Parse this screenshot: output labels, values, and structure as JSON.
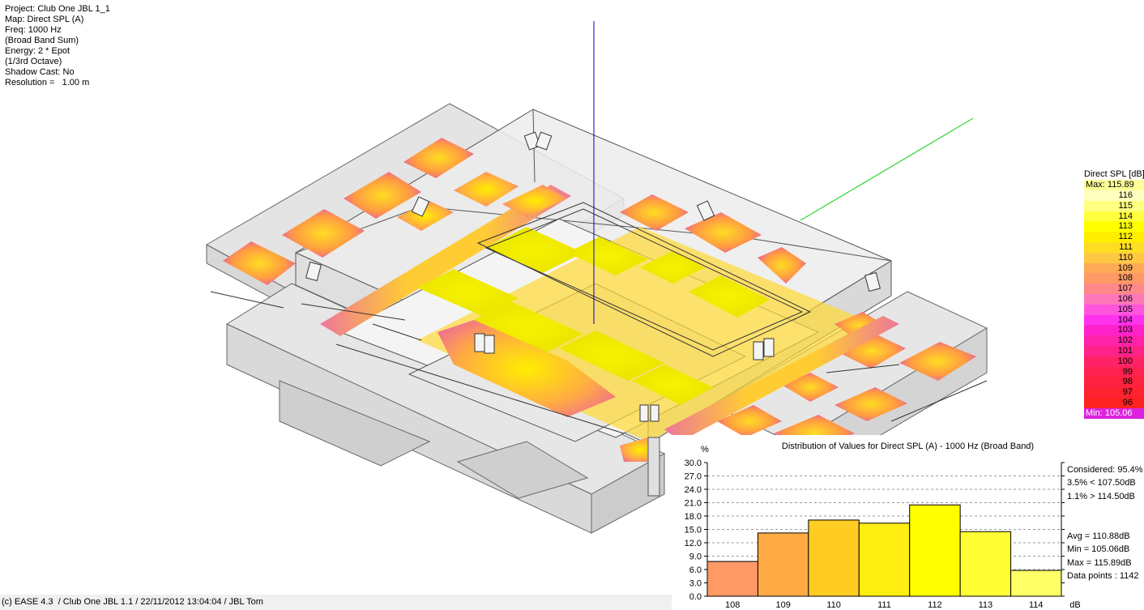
{
  "info": {
    "lines": [
      "Project: Club One JBL 1_1",
      "Map: Direct SPL (A)",
      "Freq: 1000 Hz",
      "(Broad Band Sum)",
      "Energy: 2 * Epot",
      "(1/3rd Octave)",
      "Shadow Cast: No",
      "Resolution =   1.00 m"
    ]
  },
  "legend": {
    "title": "Direct SPL [dB]",
    "max_label": "Max:  115.89",
    "min_label": "Min:  105.06",
    "max_color": "#ffff99",
    "min_color": "#dd22dd",
    "rows": [
      {
        "label": "116",
        "color": "#ffffc0"
      },
      {
        "label": "115",
        "color": "#ffff80"
      },
      {
        "label": "114",
        "color": "#ffff40"
      },
      {
        "label": "113",
        "color": "#ffff00"
      },
      {
        "label": "112",
        "color": "#ffee00"
      },
      {
        "label": "111",
        "color": "#ffdd22"
      },
      {
        "label": "110",
        "color": "#ffc844"
      },
      {
        "label": "109",
        "color": "#ffaa55"
      },
      {
        "label": "108",
        "color": "#ff9966"
      },
      {
        "label": "107",
        "color": "#ff8888"
      },
      {
        "label": "106",
        "color": "#ff77bb"
      },
      {
        "label": "105",
        "color": "#ff55dd"
      },
      {
        "label": "104",
        "color": "#ff33ee"
      },
      {
        "label": "103",
        "color": "#ff22cc"
      },
      {
        "label": "102",
        "color": "#ff22aa"
      },
      {
        "label": "101",
        "color": "#ff2288"
      },
      {
        "label": "100",
        "color": "#ff2266"
      },
      {
        "label": "99",
        "color": "#ff2250"
      },
      {
        "label": "98",
        "color": "#ff2240"
      },
      {
        "label": "97",
        "color": "#ff2230"
      },
      {
        "label": "96",
        "color": "#ff2222"
      }
    ]
  },
  "distribution": {
    "title": "Distribution of Values for Direct SPL (A)  - 1000 Hz (Broad Band)",
    "y_unit": "%",
    "x_unit": "dB",
    "stats": [
      "Considered: 95.4%",
      "3.5% < 107.50dB",
      "1.1% > 114.50dB",
      "",
      "",
      "Avg = 110.88dB",
      "Min = 105.06dB",
      "Max = 115.89dB",
      "Data points : 1142"
    ]
  },
  "chart_data": {
    "type": "bar",
    "title": "Distribution of Values for Direct SPL (A)  - 1000 Hz (Broad Band)",
    "categories": [
      "108",
      "109",
      "110",
      "111",
      "112",
      "113",
      "114"
    ],
    "values": [
      7.8,
      14.2,
      17.1,
      16.4,
      20.5,
      14.5,
      5.8
    ],
    "colors": [
      "#ff9966",
      "#ffaa44",
      "#ffcc22",
      "#ffee11",
      "#ffff00",
      "#ffff33",
      "#ffff66"
    ],
    "xlabel": "dB",
    "ylabel": "%",
    "ylim": [
      0,
      30
    ],
    "yticks": [
      "0.0",
      "3.0",
      "6.0",
      "9.0",
      "12.0",
      "15.0",
      "18.0",
      "21.0",
      "24.0",
      "27.0",
      "30.0"
    ],
    "grid": true
  },
  "footer": {
    "text": "(c) EASE 4.3  / Club One JBL 1.1 / 22/11/2012 13:04:04 / JBL Tom"
  }
}
